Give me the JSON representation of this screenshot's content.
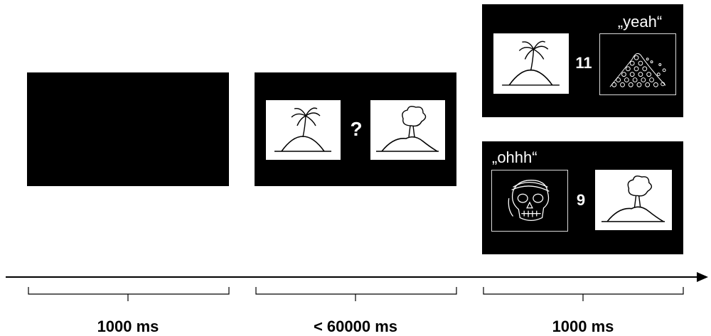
{
  "stage1": {},
  "stage2": {
    "question_mark": "?"
  },
  "stage3": {
    "win_trial": {
      "score": "11",
      "reaction": "„yeah“"
    },
    "lose_trial": {
      "score": "9",
      "reaction": "„ohhh“"
    }
  },
  "timeline": {
    "durations": [
      "1000 ms",
      "< 60000 ms",
      "1000 ms"
    ]
  },
  "colors": {
    "screen": "#000000",
    "card": "#ffffff",
    "text_on_screen": "#ffffff",
    "axis": "#000000"
  },
  "icons": [
    "palm-island-icon",
    "volcano-island-icon",
    "treasure-pile-icon",
    "pirate-skull-icon"
  ]
}
